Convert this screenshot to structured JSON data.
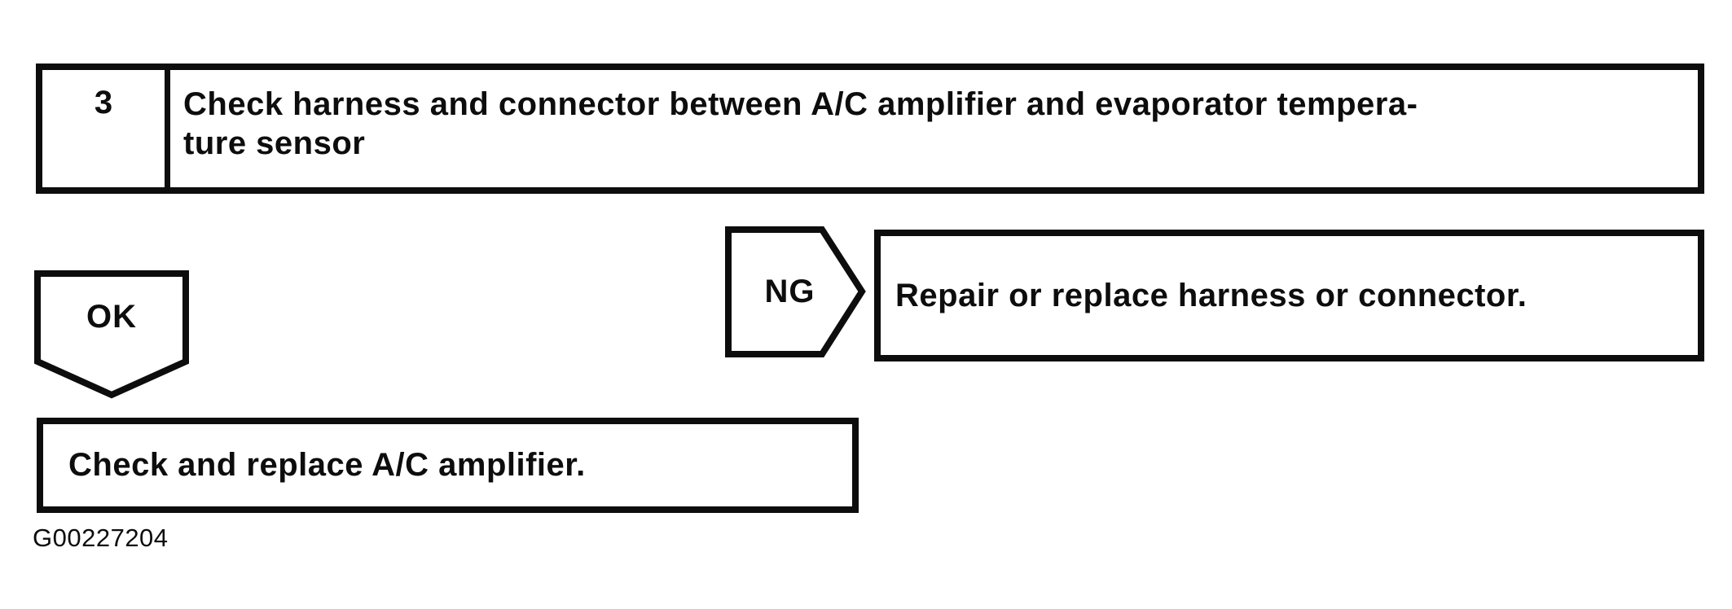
{
  "colors": {
    "ink": "#0d0d0d",
    "background": "#ffffff"
  },
  "flowchart": {
    "step": {
      "number": "3",
      "description_line1": "Check harness and connector between A/C amplifier and evaporator tempera-",
      "description_line2": "ture sensor"
    },
    "ng_branch": {
      "connector_label": "NG",
      "action": "Repair or replace harness or connector."
    },
    "ok_branch": {
      "connector_label": "OK",
      "action": "Check and replace A/C amplifier."
    }
  },
  "caption": {
    "figure_id": "G00227204"
  }
}
